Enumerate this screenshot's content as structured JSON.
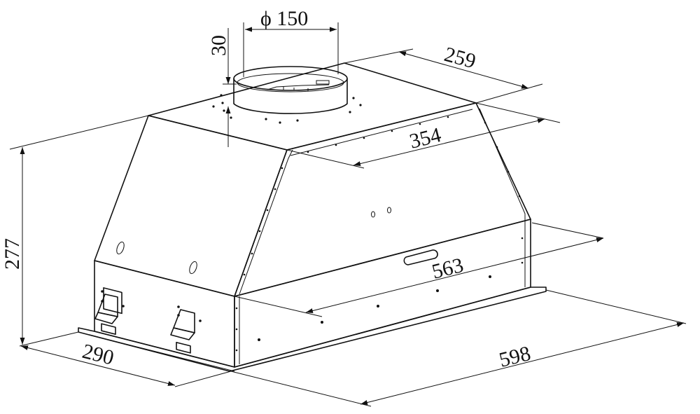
{
  "dimensions": {
    "duct_diameter": "ϕ 150",
    "collar_height": "30",
    "top_depth": "259",
    "top_width": "354",
    "inner_width": "563",
    "overall_width": "598",
    "overall_depth": "290",
    "height": "277"
  },
  "colors": {
    "line": "#111111",
    "background": "#ffffff"
  }
}
